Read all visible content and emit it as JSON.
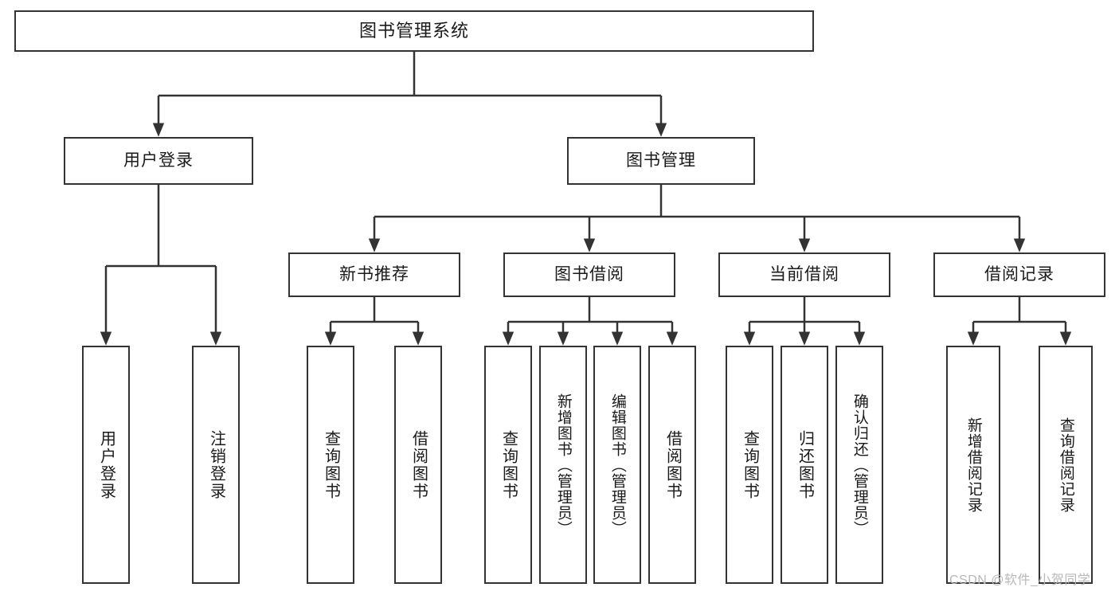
{
  "diagram": {
    "title": "图书管理系统",
    "type": "hierarchy-tree",
    "root": {
      "label": "图书管理系统"
    },
    "level2": [
      {
        "label": "用户登录"
      },
      {
        "label": "图书管理"
      }
    ],
    "level3": [
      {
        "label": "新书推荐"
      },
      {
        "label": "图书借阅"
      },
      {
        "label": "当前借阅"
      },
      {
        "label": "借阅记录"
      }
    ],
    "leaves": {
      "user_login": [
        {
          "label": "用户登录"
        },
        {
          "label": "注销登录"
        }
      ],
      "new_book_recommend": [
        {
          "label": "查询图书"
        },
        {
          "label": "借阅图书"
        }
      ],
      "book_borrow": [
        {
          "label": "查询图书"
        },
        {
          "label": "新增图书（管理员）"
        },
        {
          "label": "编辑图书（管理员）"
        },
        {
          "label": "借阅图书"
        }
      ],
      "current_borrow": [
        {
          "label": "查询图书"
        },
        {
          "label": "归还图书"
        },
        {
          "label": "确认归还（管理员）"
        }
      ],
      "borrow_record": [
        {
          "label": "新增借阅记录"
        },
        {
          "label": "查询借阅记录"
        }
      ]
    }
  },
  "watermark": {
    "text": "CSDN @软件_小贺同学"
  },
  "colors": {
    "stroke": "#333333",
    "fill": "#ffffff",
    "text": "#1a1a1a",
    "watermark": "#b8b8b8"
  }
}
